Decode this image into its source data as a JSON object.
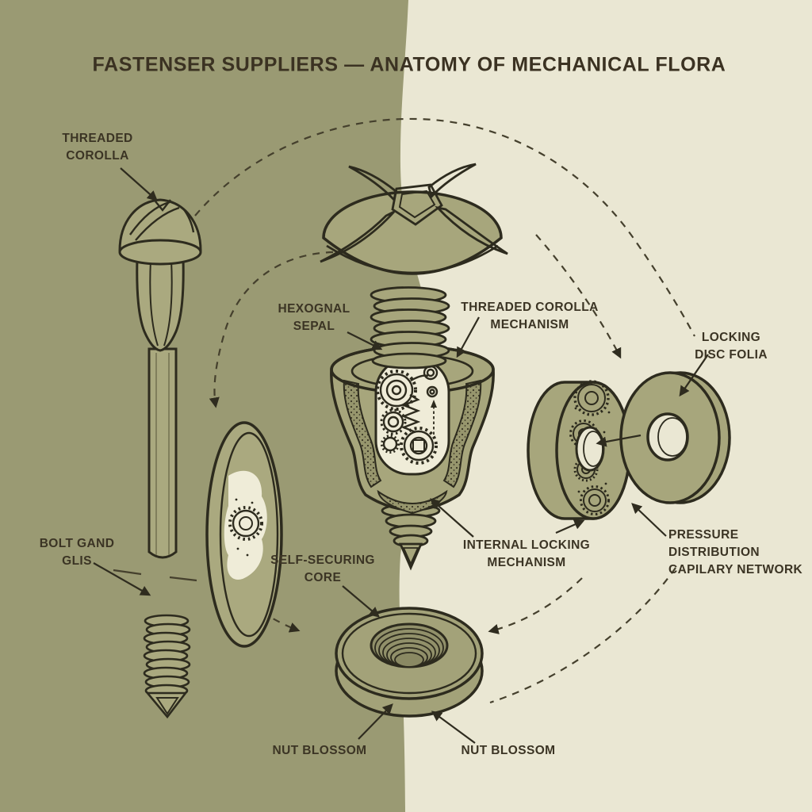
{
  "title": "FASTENSER SUPPLIERS — ANATOMY OF MECHANICAL FLORA",
  "labels": {
    "threaded_corolla": {
      "line1": "THREADED",
      "line2": "COROLLA"
    },
    "hexognal_sepal": {
      "line1": "HEXOGNAL",
      "line2": "SEPAL"
    },
    "threaded_corolla_mechanism": {
      "line1": "THREADED COROLLA",
      "line2": "MECHANISM"
    },
    "locking_disc_folia": {
      "line1": "LOCKING",
      "line2": "DISC FOLIA"
    },
    "bolt_gand_glis": {
      "line1": "BOLT GAND",
      "line2": "GLIS"
    },
    "self_securing_core": {
      "line1": "SELF-SECURING",
      "line2": "CORE"
    },
    "internal_locking_mechanism": {
      "line1": "INTERNAL LOCKING",
      "line2": "MECHANISM"
    },
    "pressure_distribution": {
      "line1": "PRESSURE",
      "line2": "DISTRIBUTION",
      "line3": "CAPILARY NETWORK"
    },
    "nut_blossom_left": {
      "line1": "NUT BLOSSOM"
    },
    "nut_blossom_right": {
      "line1": "NUT BLOSSOM"
    }
  },
  "colors": {
    "background_left": "#9a9a73",
    "background_right": "#eae7d3",
    "part_fill": "#a7a67c",
    "part_fill_light": "#aaa97f",
    "cutaway_fill": "#efecd8",
    "hole_fill": "#91906a",
    "outline": "#2d2b1e",
    "label_text": "#3b3424"
  }
}
